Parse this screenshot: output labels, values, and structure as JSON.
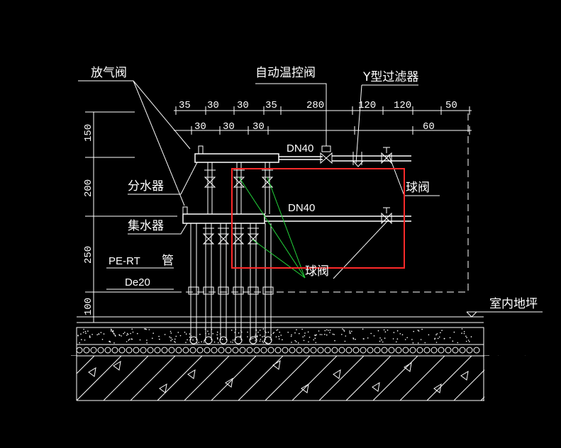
{
  "labels": {
    "vent_valve": "放气阀",
    "auto_temp_valve": "自动温控阀",
    "y_filter": "Y型过滤器",
    "distributor": "分水器",
    "collector": "集水器",
    "pipe_material": "PE-RT",
    "pipe_word": "管",
    "pipe_size": "De20",
    "ball_valve_right": "球阀",
    "ball_valve_bottom": "球阀",
    "dn_top": "DN40",
    "dn_mid": "DN40",
    "floor_level": "室内地坪"
  },
  "dims_top": [
    "35",
    "30",
    "30",
    "35",
    "280",
    "120",
    "120",
    "50"
  ],
  "dims_second": [
    "30",
    "30",
    "30",
    "60"
  ],
  "dims_vertical": [
    "150",
    "200",
    "250",
    "100"
  ],
  "colors": {
    "background": "#000000",
    "lines": "#ffffff",
    "leader_green": "#23d23a",
    "highlight_box": "#ff2a2a"
  }
}
